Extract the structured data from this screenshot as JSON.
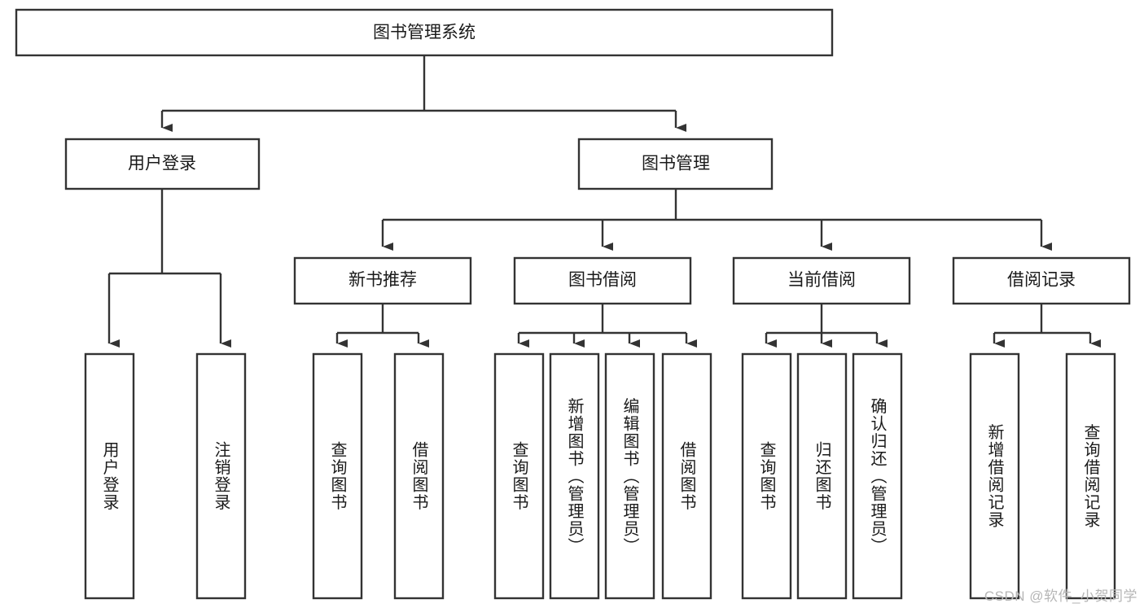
{
  "diagram": {
    "title": "图书管理系统",
    "type": "tree-hierarchy",
    "watermark": "CSDN @软件_小贺同学",
    "colors": {
      "stroke": "#333333",
      "box_fill": "#ffffff",
      "text": "#1a1a1a",
      "background": "#ffffff",
      "watermark": "#b6b6b6"
    },
    "root": {
      "label": "图书管理系统"
    },
    "level2": [
      {
        "label": "用户登录"
      },
      {
        "label": "图书管理"
      }
    ],
    "level3": [
      {
        "label": "新书推荐"
      },
      {
        "label": "图书借阅"
      },
      {
        "label": "当前借阅"
      },
      {
        "label": "借阅记录"
      }
    ],
    "leaves": {
      "user_login": [
        {
          "label": "用户登录"
        },
        {
          "label": "注销登录"
        }
      ],
      "new_book_recommend": [
        {
          "label": "查询图书"
        },
        {
          "label": "借阅图书"
        }
      ],
      "book_borrow": [
        {
          "label": "查询图书"
        },
        {
          "label": "新增图书（管理员）"
        },
        {
          "label": "编辑图书（管理员）"
        },
        {
          "label": "借阅图书"
        }
      ],
      "current_borrow": [
        {
          "label": "查询图书"
        },
        {
          "label": "归还图书"
        },
        {
          "label": "确认归还（管理员）"
        }
      ],
      "borrow_record": [
        {
          "label": "新增借阅记录"
        },
        {
          "label": "查询借阅记录"
        }
      ]
    }
  }
}
